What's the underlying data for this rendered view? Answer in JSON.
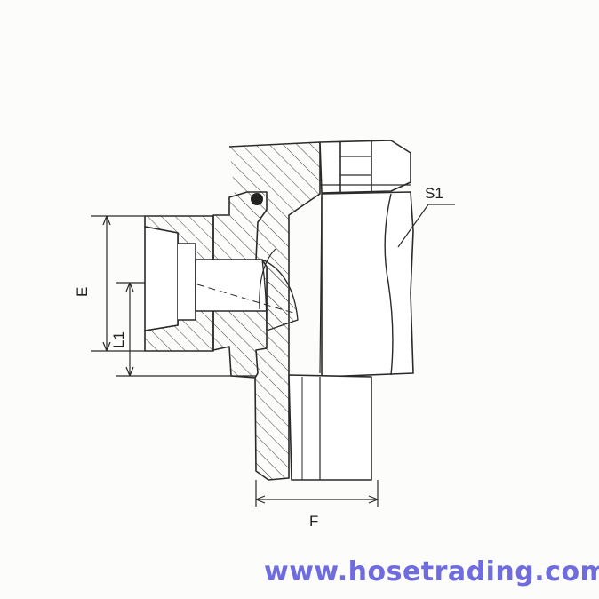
{
  "labels": {
    "E": "E",
    "L1": "L1",
    "F": "F",
    "S1": "S1"
  },
  "watermark": {
    "text": "www.hosetrading.com",
    "color": "#6f6ce0"
  },
  "colors": {
    "line": "#2a2a2a",
    "hatch": "#4a4a4a"
  }
}
